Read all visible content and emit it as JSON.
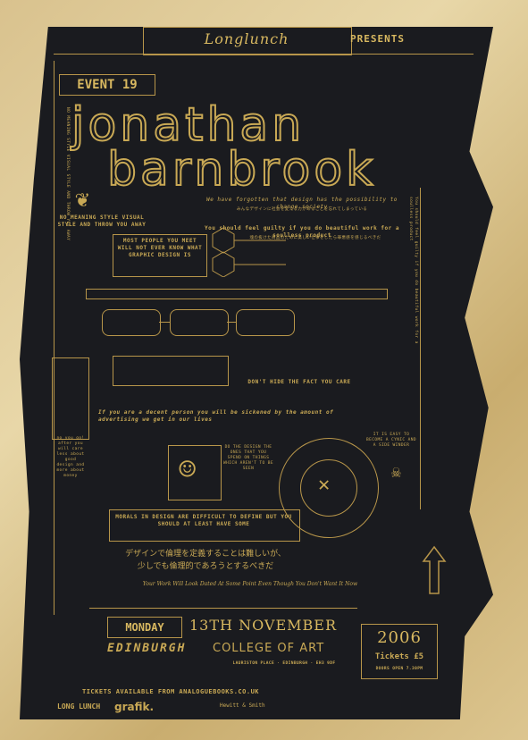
{
  "header": {
    "brand": "Longlunch",
    "presents": "PRESENTS",
    "event": "EVENT 19"
  },
  "speaker": {
    "first": "jonathan",
    "last": "barnbrook"
  },
  "quotes": {
    "forgotten": "We have forgotten that design has the possibility to change society",
    "jp_forgotten": "みんなデザインに社会を変える力があることを忘れてしまっている",
    "guilty": "You should feel guilty if you do beautiful work for a soulless product",
    "jp_guilty": "魂の抜けた商品のために美しい仕事をしたら罪悪感を感じるべきだ",
    "most_people": "MOST PEOPLE YOU MEET WILL NOT EVER KNOW WHAT GRAPHIC DESIGN IS",
    "visual_style": "NO MEANING STYLE VISUAL STYLE AND THROW YOU AWAY",
    "decent_person": "If you are a decent person you will be sickened by the amount of advertising we get in our lives",
    "morals": "MORALS IN DESIGN ARE DIFFICULT TO DEFINE BUT YOU SHOULD AT LEAST HAVE SOME",
    "jp_morals_1": "デザインで倫理を定義することは難しいが、",
    "jp_morals_2": "少しでも倫理的であろうとするべきだ",
    "dont_hide": "DON'T HIDE THE FACT YOU CARE",
    "no_you_go": "no you go! after you will care less about good design and more about money",
    "do_the_design": "DO THE DESIGN THE ONES THAT YOU SPEND ON THINGS WHICH AREN'T TO BE SEEN",
    "its_easy": "IT IS EASY TO BECOME A CYNIC AND A SIDE WINDER",
    "most_work": "Your Work Will Look Dated At Some Point Even Though You Don't Want It Now"
  },
  "event": {
    "day": "MONDAY",
    "date": "13TH NOVEMBER",
    "year": "2006",
    "venue": "EDINBURGH",
    "college": "COLLEGE OF ART",
    "address": "LAURISTON PLACE · EDINBURGH · EH3 9DF",
    "tickets": "Tickets £5",
    "doors": "DOORS OPEN 7.30PM",
    "available": "TICKETS AVAILABLE FROM ANALOGUEBOOKS.CO.UK"
  },
  "sponsors": [
    "LONG LUNCH",
    "grafik.",
    "Hewitt & Smith"
  ],
  "colors": {
    "gold": "#c9a955",
    "poster": "#1a1b1f",
    "paper": "#d9c28e"
  }
}
